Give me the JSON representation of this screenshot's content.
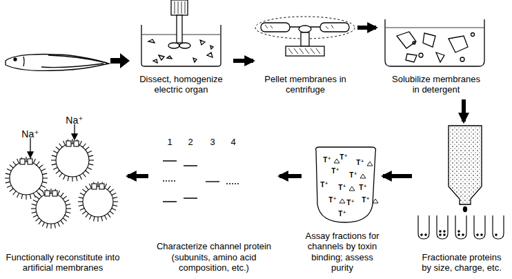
{
  "diagram": {
    "nodes": [
      {
        "text": [
          "Dissect, homogenize electric organ"
        ]
      },
      {
        "text": [
          "Pellet membranes in centrifuge"
        ]
      },
      {
        "text": [
          "Solubilize membranes in detergent"
        ]
      },
      {
        "text": [
          "Fractionate proteins by size, charge, etc."
        ]
      },
      {
        "text": [
          "Assay fractions for channels by toxin binding; assess purity"
        ]
      },
      {
        "text": [
          "Characterize channel protein (subunits, amino acid composition, etc.)"
        ]
      },
      {
        "text": [
          "Functionally reconstitute into artificial membranes"
        ]
      }
    ],
    "edges": [
      {
        "from": 0,
        "to": 1,
        "arrow": "to"
      },
      {
        "from": 1,
        "to": 2,
        "arrow": "to"
      },
      {
        "from": 2,
        "to": 3,
        "arrow": "to"
      },
      {
        "from": 3,
        "to": 4,
        "arrow": "to"
      },
      {
        "from": 4,
        "to": 5,
        "arrow": "to"
      },
      {
        "from": 5,
        "to": 6,
        "arrow": "to"
      }
    ],
    "labels": [
      "1",
      "2",
      "3",
      "4",
      "Na⁺",
      "Na⁺",
      "T⁺",
      "T⁺",
      "T⁺",
      "T⁺",
      "T⁺",
      "T⁺",
      "T⁺",
      "T⁺",
      "T⁺",
      "T⁺",
      "T⁺",
      "T⁺"
    ]
  }
}
